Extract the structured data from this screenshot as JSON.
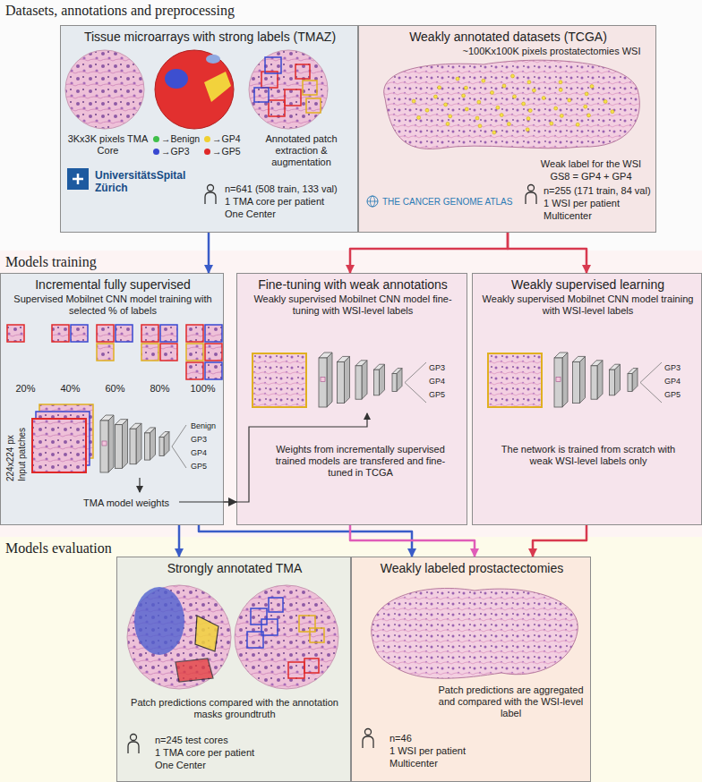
{
  "diagram": {
    "nodes": [
      {
        "text": [
          "Datasets, annotations and preprocessing"
        ]
      },
      {
        "text": [
          "Tissue microarrays with strong labels (TMAZ)",
          "3Kx3K pixels TMA Core",
          "Annotated patch extraction & augmentation",
          "UniversitätsSpital Zürich",
          "n=641 (508 train, 133 val)",
          "1 TMA core per patient",
          "One Center"
        ],
        "in": 0
      },
      {
        "text": [
          "Weakly annotated datasets (TCGA)",
          "~100Kx100K pixels prostatectomies WSI",
          "Weak label for the WSI",
          "GS8 = GP4 + GP4",
          "THE CANCER GENOME ATLAS",
          "n=255 (171 train, 84 val)",
          "1 WSI per patient",
          "Multicenter"
        ],
        "in": 0
      },
      {
        "text": [
          "Models training"
        ]
      },
      {
        "text": [
          "Incremental fully supervised",
          "Supervised Mobilnet CNN model training with selected % of labels",
          "20%",
          "40%",
          "60%",
          "80%",
          "100%",
          "224x224 px",
          "Input patches",
          "Benign",
          "GP3",
          "GP4",
          "GP5",
          "TMA model weights"
        ],
        "in": 3
      },
      {
        "text": [
          "Fine-tuning with weak annotations",
          "Weakly supervised Mobilnet CNN model fine-tuning with WSI-level labels",
          "GP3",
          "GP4",
          "GP5",
          "Weights from incrementally supervised trained models are transfered and fine-tuned in TCGA"
        ],
        "in": 3
      },
      {
        "text": [
          "Weakly supervised learning",
          "Weakly supervised Mobilnet CNN model training with WSI-level labels",
          "GP3",
          "GP4",
          "GP5",
          "The network is trained from scratch with weak WSI-level labels only"
        ],
        "in": 3
      },
      {
        "text": [
          "Models evaluation"
        ]
      },
      {
        "text": [
          "Strongly annotated TMA",
          "Patch predictions compared with the annotation masks groundtruth",
          "n=245 test cores",
          "1 TMA core per patient",
          "One Center"
        ],
        "in": 7
      },
      {
        "text": [
          "Weakly labeled prostactectomies",
          "Patch predictions are aggregated and compared with the WSI-level label",
          "n=46",
          "1 WSI per patient",
          "Multicenter"
        ],
        "in": 7
      }
    ],
    "edges": [
      {
        "from": 1,
        "to": 4,
        "arrow": "to"
      },
      {
        "from": 2,
        "to": 5,
        "arrow": "to"
      },
      {
        "from": 2,
        "to": 6,
        "arrow": "to"
      },
      {
        "from": 4,
        "to": 5,
        "arrow": "to"
      },
      {
        "from": 4,
        "to": 8,
        "arrow": "to"
      },
      {
        "from": 4,
        "to": 9,
        "arrow": "to"
      },
      {
        "from": 5,
        "to": 9,
        "arrow": "to"
      },
      {
        "from": 6,
        "to": 9,
        "arrow": "to"
      }
    ],
    "legend": [
      {
        "text": "→Benign",
        "color": "#3fbf4a"
      },
      {
        "text": "→GP4",
        "color": "#f0d030"
      },
      {
        "text": "→GP3",
        "color": "#3848d0"
      },
      {
        "text": "→GP5",
        "color": "#e02828"
      }
    ]
  }
}
